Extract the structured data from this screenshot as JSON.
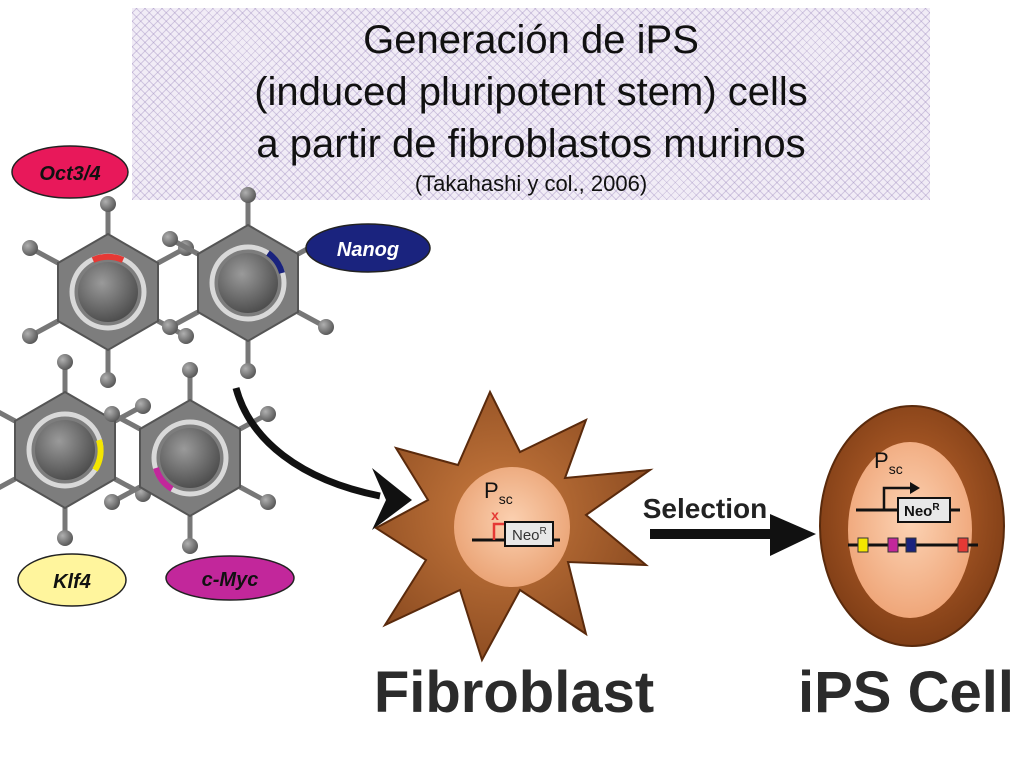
{
  "title": {
    "line1": "Generación de iPS",
    "line2": "(induced pluripotent stem) cells",
    "line3": "a partir de fibroblastos murinos",
    "citation": "(Takahashi y col., 2006)"
  },
  "factors": [
    {
      "label": "Oct3/4",
      "color": "#e8185a",
      "text_color": "#111111"
    },
    {
      "label": "Nanog",
      "color": "#1a237e",
      "text_color": "#ffffff"
    },
    {
      "label": "Klf4",
      "color": "#fff59d",
      "text_color": "#111111"
    },
    {
      "label": "c-Myc",
      "color": "#c2279b",
      "text_color": "#111111"
    }
  ],
  "fibroblast": {
    "promoter": "P",
    "promoter_sub": "sc",
    "gene": "Neo",
    "gene_sup": "R",
    "label": "Fibroblast"
  },
  "arrow": {
    "label": "Selection"
  },
  "ips": {
    "promoter": "P",
    "promoter_sub": "sc",
    "gene": "Neo",
    "gene_sup": "R",
    "label": "iPS Cell",
    "marker_colors": [
      "#f4e600",
      "#c2279b",
      "#1a237e",
      "#e53935"
    ]
  }
}
